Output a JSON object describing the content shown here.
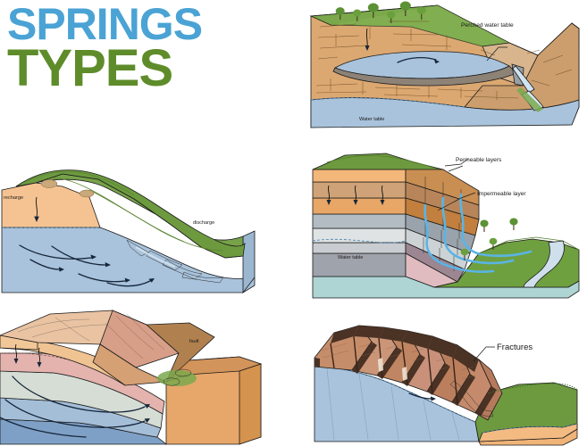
{
  "title": {
    "line1": "SPRINGS",
    "line2": "TYPES",
    "color_line1": "#4aa3d4",
    "color_line2": "#5e8c2a"
  },
  "panels": [
    {
      "id": "perched",
      "name": "perched-water-table-diagram",
      "labels": {
        "perched": "Perched water table",
        "water_table": "Water table"
      }
    },
    {
      "id": "recharge",
      "name": "recharge-discharge-diagram",
      "labels": {
        "recharge": "recharge",
        "discharge": "discharge"
      }
    },
    {
      "id": "layers",
      "name": "permeable-impermeable-layers-diagram",
      "labels": {
        "permeable": "Permeable layers",
        "impermeable": "Impermeable layer",
        "water_table": "Water table"
      }
    },
    {
      "id": "fault",
      "name": "fault-spring-diagram",
      "labels": {
        "fault": "fault"
      }
    },
    {
      "id": "fractures",
      "name": "fracture-spring-diagram",
      "labels": {
        "fractures": "Fractures"
      }
    }
  ],
  "palette": {
    "sandstone": "#dca871",
    "sandstone_dark": "#c08f5e",
    "sandstone_light": "#e7c39a",
    "grass_green": "#6d9a3f",
    "grass_dark": "#4f7a2b",
    "water_blue": "#a9c3dc",
    "water_blue_dark": "#8fb0cd",
    "stream_blue": "#5ab4e5",
    "orange": "#f0ad63",
    "tan": "#c9a178",
    "gray_blue": "#aab6bf",
    "light_gray": "#d6dadc",
    "gray": "#a5a8ad",
    "pink": "#e6b3ae",
    "mauve": "#a98b93",
    "rock_brown": "#b07a5a",
    "fracture_dark": "#4a3224",
    "pale_green_gray": "#d5ddd4"
  }
}
